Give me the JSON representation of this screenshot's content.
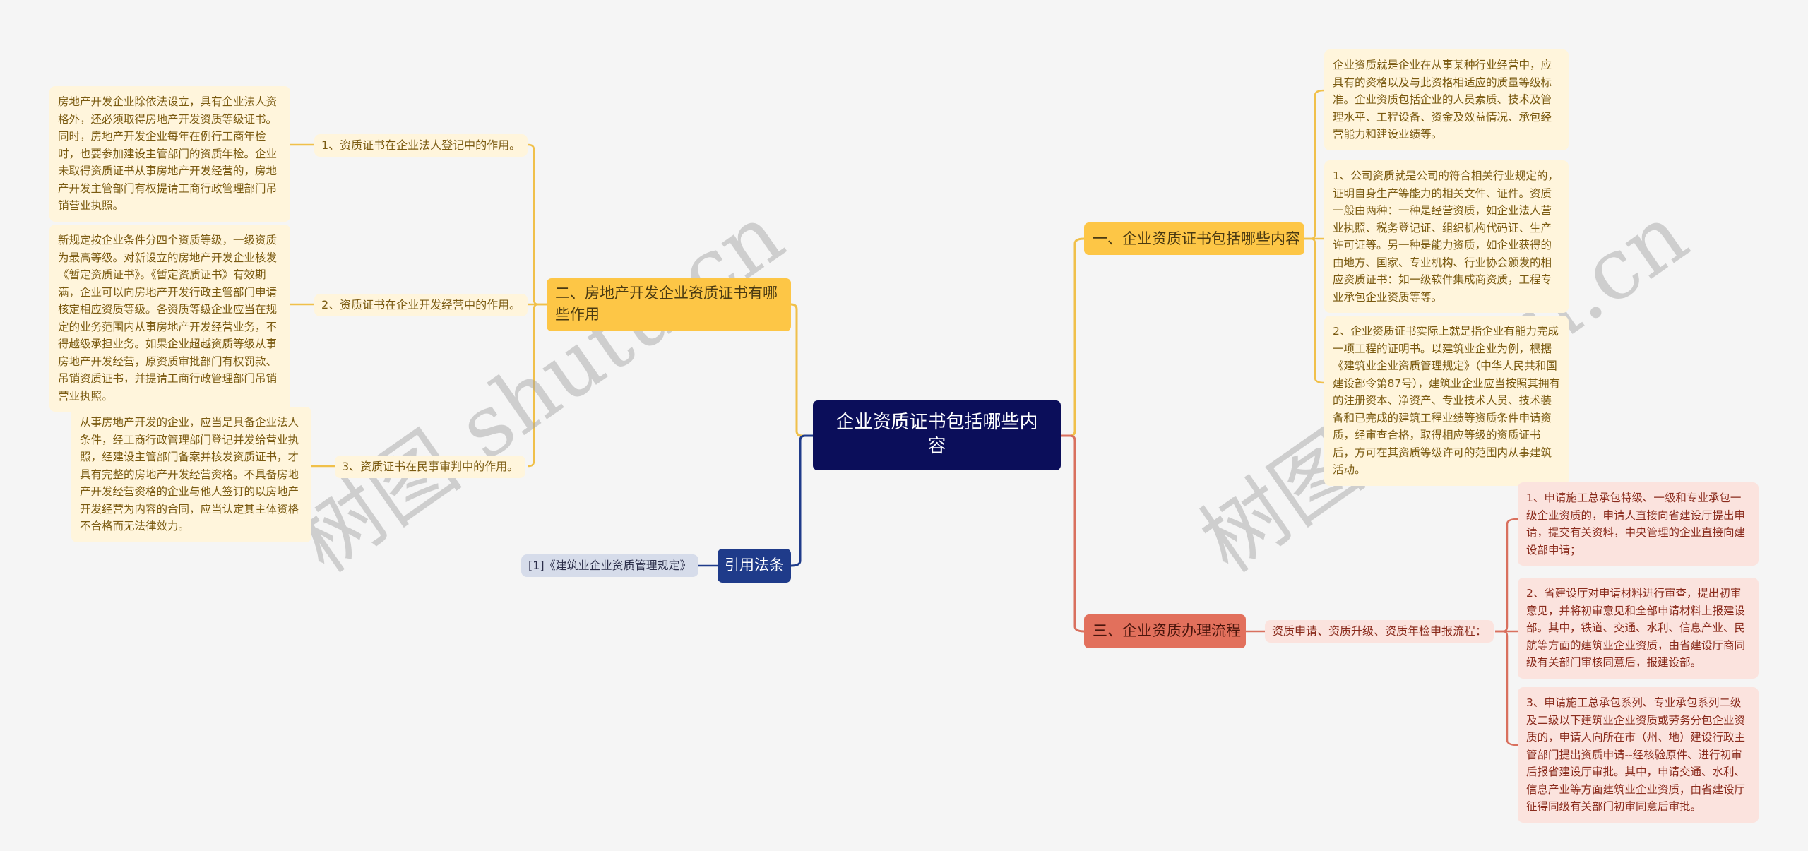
{
  "colors": {
    "background": "#f5f5f5",
    "center": "#0b0e5a",
    "yellow_branch": "#fdc646",
    "yellow_leaf": "#fff5dc",
    "yellow_line": "#f0c04a",
    "red_branch": "#e2705c",
    "red_leaf": "#fbe3de",
    "red_line": "#d9705e",
    "blue_branch": "#1f3b8a",
    "blue_ref": "#d6dcea",
    "blue_line": "#1f3b8a"
  },
  "center": {
    "title": "企业资质证书包括哪些内容"
  },
  "watermark": "树图 shutu.cn",
  "branches": {
    "left_yellow": {
      "title": "二、房地产开发企业资质证书有哪些作用",
      "children": [
        {
          "label": "1、资质证书在企业法人登记中的作用。",
          "text": "房地产开发企业除依法设立，具有企业法人资格外，还必须取得房地产开发资质等级证书。同时，房地产开发企业每年在例行工商年检时，也要参加建设主管部门的资质年检。企业未取得资质证书从事房地产开发经营的，房地产开发主管部门有权提请工商行政管理部门吊销营业执照。"
        },
        {
          "label": "2、资质证书在企业开发经营中的作用。",
          "text": "新规定按企业条件分四个资质等级，一级资质为最高等级。对新设立的房地产开发企业核发《暂定资质证书》。《暂定资质证书》有效期满，企业可以向房地产开发行政主管部门申请核定相应资质等级。各资质等级企业应当在规定的业务范围内从事房地产开发经营业务，不得越级承担业务。如果企业超越资质等级从事房地产开发经营，原资质审批部门有权罚款、吊销资质证书，并提请工商行政管理部门吊销营业执照。"
        },
        {
          "label": "3、资质证书在民事审判中的作用。",
          "text": "从事房地产开发的企业，应当是具备企业法人条件，经工商行政管理部门登记并发给营业执照，经建设主管部门备案并核发资质证书，才具有完整的房地产开发经营资格。不具备房地产开发经营资格的企业与他人签订的以房地产开发经营为内容的合同，应当认定其主体资格不合格而无法律效力。"
        }
      ]
    },
    "left_blue": {
      "title": "引用法条",
      "children": [
        {
          "label": "[1]《建筑业企业资质管理规定》"
        }
      ]
    },
    "right_yellow": {
      "title": "一、企业资质证书包括哪些内容",
      "children": [
        {
          "text": "企业资质就是企业在从事某种行业经营中，应具有的资格以及与此资格相适应的质量等级标准。企业资质包括企业的人员素质、技术及管理水平、工程设备、资金及效益情况、承包经营能力和建设业绩等。"
        },
        {
          "text": "1、公司资质就是公司的符合相关行业规定的，证明自身生产等能力的相关文件、证件。资质一般由两种：一种是经营资质，如企业法人营业执照、税务登记证、组织机构代码证、生产许可证等。另一种是能力资质，如企业获得的由地方、国家、专业机构、行业协会颁发的相应资质证书：如一级软件集成商资质，工程专业承包企业资质等等。"
        },
        {
          "text": "2、企业资质证书实际上就是指企业有能力完成一项工程的证明书。以建筑业企业为例，根据《建筑业企业资质管理规定》（中华人民共和国建设部令第87号），建筑业企业应当按照其拥有的注册资本、净资产、专业技术人员、技术装备和已完成的建筑工程业绩等资质条件申请资质，经审查合格，取得相应等级的资质证书后，方可在其资质等级许可的范围内从事建筑活动。"
        }
      ]
    },
    "right_red": {
      "title": "三、企业资质办理流程",
      "sub_label": "资质申请、资质升级、资质年检申报流程：",
      "children": [
        {
          "text": "1、申请施工总承包特级、一级和专业承包一级企业资质的，申请人直接向省建设厅提出申请，提交有关资料，中央管理的企业直接向建设部申请；"
        },
        {
          "text": "2、省建设厅对申请材料进行审查，提出初审意见，并将初审意见和全部申请材料上报建设部。其中，铁道、交通、水利、信息产业、民航等方面的建筑业企业资质，由省建设厅商同级有关部门审核同意后，报建设部。"
        },
        {
          "text": "3、申请施工总承包系列、专业承包系列二级及二级以下建筑业企业资质或劳务分包企业资质的，申请人向所在市（州、地）建设行政主管部门提出资质申请--经核验原件、进行初审后报省建设厅审批。其中，申请交通、水利、信息产业等方面建筑业企业资质，由省建设厅征得同级有关部门初审同意后审批。"
        }
      ]
    }
  }
}
